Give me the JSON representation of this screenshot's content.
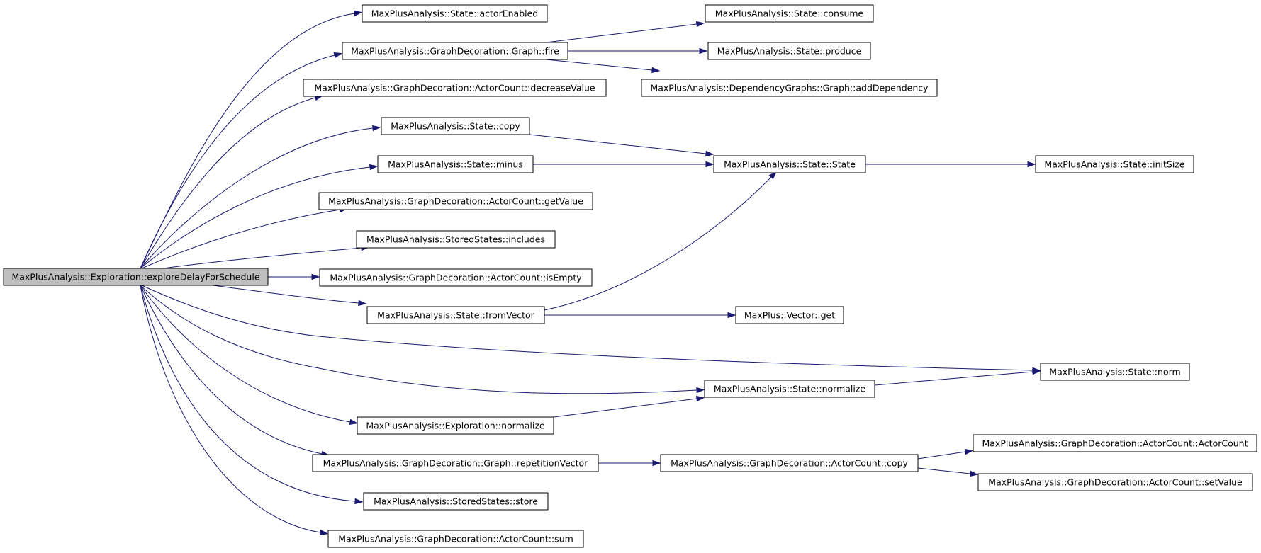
{
  "graph": {
    "root": "MaxPlusAnalysis::Exploration::exploreDelayForSchedule",
    "nodes": [
      {
        "id": "root",
        "label": "MaxPlusAnalysis::Exploration::exploreDelayForSchedule"
      },
      {
        "id": "actorEnabled",
        "label": "MaxPlusAnalysis::State::actorEnabled"
      },
      {
        "id": "graphFire",
        "label": "MaxPlusAnalysis::GraphDecoration::Graph::fire"
      },
      {
        "id": "decreaseValue",
        "label": "MaxPlusAnalysis::GraphDecoration::ActorCount::decreaseValue"
      },
      {
        "id": "stateCopy",
        "label": "MaxPlusAnalysis::State::copy"
      },
      {
        "id": "stateMinus",
        "label": "MaxPlusAnalysis::State::minus"
      },
      {
        "id": "getValue",
        "label": "MaxPlusAnalysis::GraphDecoration::ActorCount::getValue"
      },
      {
        "id": "includes",
        "label": "MaxPlusAnalysis::StoredStates::includes"
      },
      {
        "id": "isEmpty",
        "label": "MaxPlusAnalysis::GraphDecoration::ActorCount::isEmpty"
      },
      {
        "id": "fromVector",
        "label": "MaxPlusAnalysis::State::fromVector"
      },
      {
        "id": "explNormalize",
        "label": "MaxPlusAnalysis::Exploration::normalize"
      },
      {
        "id": "repetitionVector",
        "label": "MaxPlusAnalysis::GraphDecoration::Graph::repetitionVector"
      },
      {
        "id": "store",
        "label": "MaxPlusAnalysis::StoredStates::store"
      },
      {
        "id": "sum",
        "label": "MaxPlusAnalysis::GraphDecoration::ActorCount::sum"
      },
      {
        "id": "consume",
        "label": "MaxPlusAnalysis::State::consume"
      },
      {
        "id": "produce",
        "label": "MaxPlusAnalysis::State::produce"
      },
      {
        "id": "addDependency",
        "label": "MaxPlusAnalysis::DependencyGraphs::Graph::addDependency"
      },
      {
        "id": "stateState",
        "label": "MaxPlusAnalysis::State::State"
      },
      {
        "id": "vectorGet",
        "label": "MaxPlus::Vector::get"
      },
      {
        "id": "stateNormalize",
        "label": "MaxPlusAnalysis::State::normalize"
      },
      {
        "id": "acCopy",
        "label": "MaxPlusAnalysis::GraphDecoration::ActorCount::copy"
      },
      {
        "id": "initSize",
        "label": "MaxPlusAnalysis::State::initSize"
      },
      {
        "id": "stateNorm",
        "label": "MaxPlusAnalysis::State::norm"
      },
      {
        "id": "acCtor",
        "label": "MaxPlusAnalysis::GraphDecoration::ActorCount::ActorCount"
      },
      {
        "id": "setValue",
        "label": "MaxPlusAnalysis::GraphDecoration::ActorCount::setValue"
      }
    ],
    "edges": [
      {
        "from": "root",
        "to": "actorEnabled"
      },
      {
        "from": "root",
        "to": "graphFire"
      },
      {
        "from": "root",
        "to": "decreaseValue"
      },
      {
        "from": "root",
        "to": "stateCopy"
      },
      {
        "from": "root",
        "to": "stateMinus"
      },
      {
        "from": "root",
        "to": "getValue"
      },
      {
        "from": "root",
        "to": "includes"
      },
      {
        "from": "root",
        "to": "isEmpty"
      },
      {
        "from": "root",
        "to": "fromVector"
      },
      {
        "from": "root",
        "to": "stateNorm"
      },
      {
        "from": "root",
        "to": "stateNormalize"
      },
      {
        "from": "root",
        "to": "explNormalize"
      },
      {
        "from": "root",
        "to": "repetitionVector"
      },
      {
        "from": "root",
        "to": "store"
      },
      {
        "from": "root",
        "to": "sum"
      },
      {
        "from": "graphFire",
        "to": "consume"
      },
      {
        "from": "graphFire",
        "to": "produce"
      },
      {
        "from": "graphFire",
        "to": "addDependency"
      },
      {
        "from": "stateCopy",
        "to": "stateState"
      },
      {
        "from": "stateMinus",
        "to": "stateState"
      },
      {
        "from": "fromVector",
        "to": "stateState"
      },
      {
        "from": "fromVector",
        "to": "vectorGet"
      },
      {
        "from": "stateState",
        "to": "initSize"
      },
      {
        "from": "stateNormalize",
        "to": "stateNorm"
      },
      {
        "from": "explNormalize",
        "to": "stateNormalize"
      },
      {
        "from": "repetitionVector",
        "to": "acCopy"
      },
      {
        "from": "acCopy",
        "to": "acCtor"
      },
      {
        "from": "acCopy",
        "to": "setValue"
      }
    ]
  },
  "colors": {
    "edge": "#191970",
    "node_border": "#000000",
    "root_fill": "#bfbfbf",
    "node_fill": "#ffffff"
  }
}
